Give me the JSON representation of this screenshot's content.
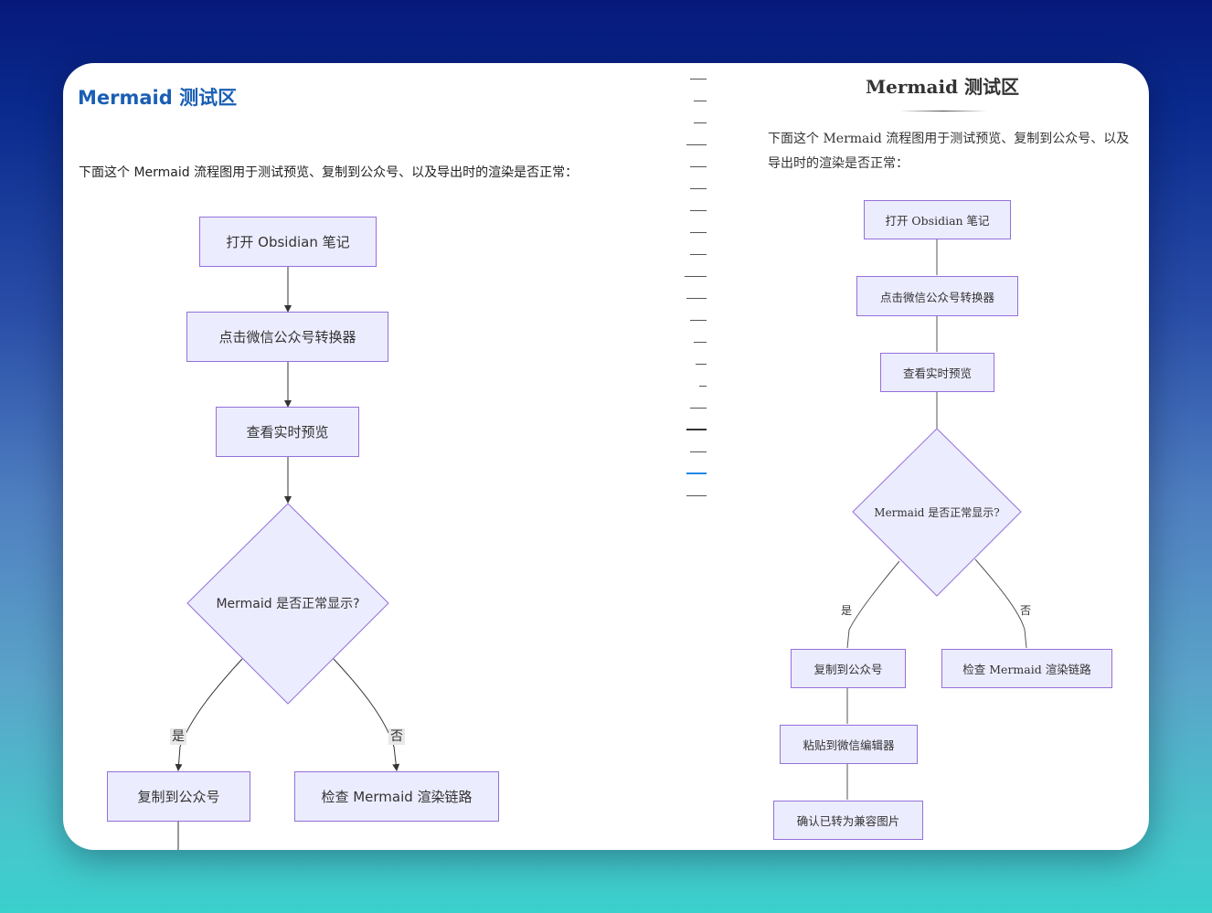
{
  "editor": {
    "title": "Mermaid 测试区",
    "description": "下面这个 Mermaid 流程图用于测试预览、复制到公众号、以及导出时的渲染是否正常：",
    "nodes": {
      "open": "打开 Obsidian 笔记",
      "click": "点击微信公众号转换器",
      "view": "查看实时预览",
      "decision": "Mermaid 是否正常显示?",
      "copy": "复制到公众号",
      "check": "检查 Mermaid 渲染链路"
    },
    "edges": {
      "yes": "是",
      "no": "否"
    }
  },
  "preview": {
    "title": "Mermaid 测试区",
    "description": "下面这个 Mermaid 流程图用于测试预览、复制到公众号、以及导出时的渲染是否正常：",
    "nodes": {
      "open": "打开 Obsidian 笔记",
      "click": "点击微信公众号转换器",
      "view": "查看实时预览",
      "decision": "Mermaid 是否正常显示?",
      "copy": "复制到公众号",
      "check": "检查 Mermaid 渲染链路",
      "paste": "粘贴到微信编辑器",
      "confirm": "确认已转为兼容图片"
    },
    "edges": {
      "yes": "是",
      "no": "否"
    }
  },
  "colors": {
    "node_fill": "#ececff",
    "node_border": "#9370db",
    "editor_title": "#1a5fb4",
    "outline_active": "#1e88e5"
  }
}
